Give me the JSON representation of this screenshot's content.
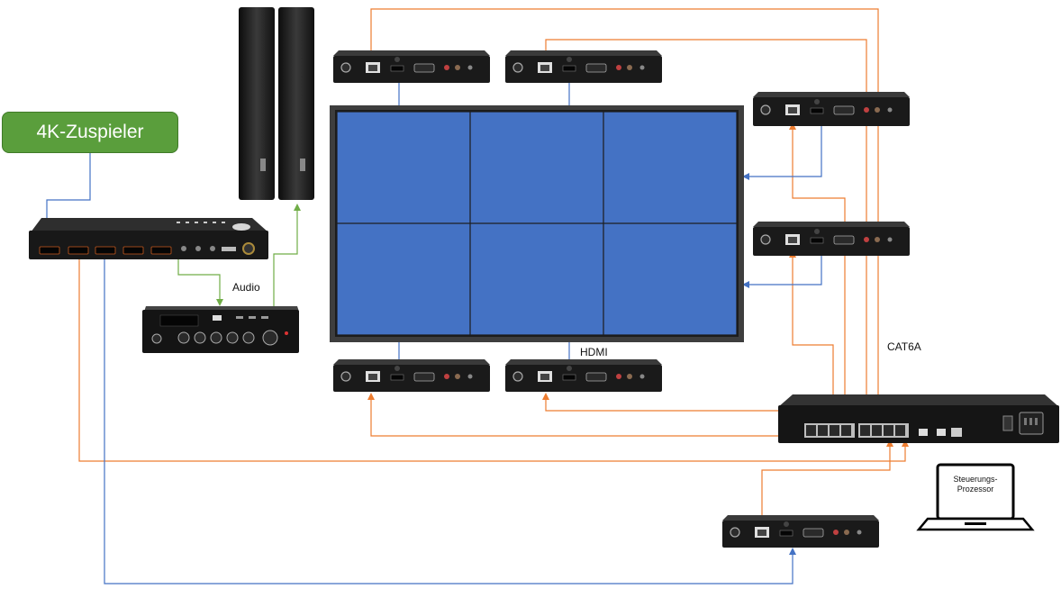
{
  "source": {
    "label": "4K-Zuspieler"
  },
  "labels": {
    "audio": "Audio",
    "hdmi": "HDMI",
    "cat6a": "CAT6A",
    "controller_line1": "Steuerungs-",
    "controller_line2": "Prozessor"
  },
  "colors": {
    "hdmi_line": "#4472c4",
    "cat_line": "#ed7d31",
    "audio_line": "#70ad47",
    "screen_tile": "#4472c4",
    "source_box": "#5a9e3c",
    "device_body": "#1c1c1c"
  },
  "video_wall": {
    "rows": 2,
    "cols": 3
  }
}
